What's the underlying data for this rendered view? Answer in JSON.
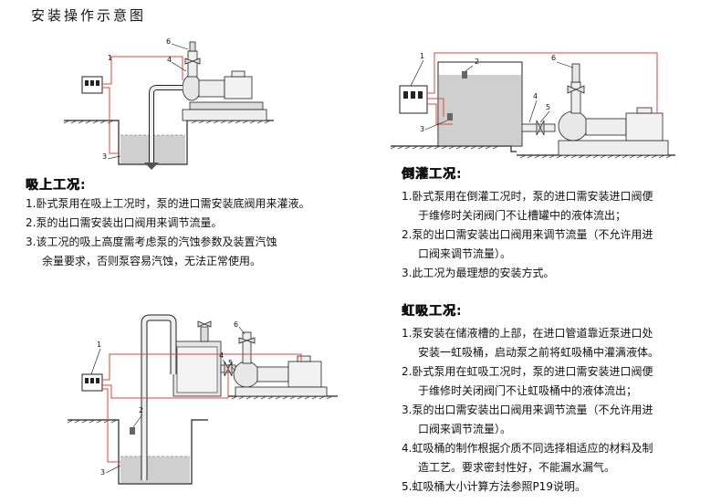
{
  "page_title": "安装操作示意图",
  "suction": {
    "title": "吸上工况",
    "colon": ":",
    "items": [
      {
        "line1": "1.卧式泵用在吸上工况时，泵的进口需安装底阀用来灌液。",
        "line2": ""
      },
      {
        "line1": "2.泵的出口需安装出口阀用来调节流量。",
        "line2": ""
      },
      {
        "line1": "3.该工况的吸上高度需考虑泵的汽蚀参数及装置汽蚀",
        "line2": "余量要求，否则泵容易汽蚀，无法正常使用。"
      }
    ],
    "diagram_labels": [
      "1",
      "3",
      "4",
      "6"
    ]
  },
  "flooded": {
    "title": "倒灌工况",
    "colon": ":",
    "items": [
      {
        "line1": "1.卧式泵用在倒灌工况时，泵的进口需安装进口阀便",
        "line2": "于维修时关闭阀门不让槽罐中的液体流出；"
      },
      {
        "line1": "2.泵的出口需安装出口阀用来调节流量（不允许用进",
        "line2": "口阀来调节流量）。"
      },
      {
        "line1": "3.此工况为最理想的安装方式。",
        "line2": ""
      }
    ],
    "diagram_labels": [
      "1",
      "2",
      "3",
      "4",
      "5",
      "6"
    ]
  },
  "siphon": {
    "title": "虹吸工况",
    "colon": ":",
    "items": [
      {
        "line1": "1.泵安装在储液槽的上部，在进口管道靠近泵进口处",
        "line2": "安装一虹吸桶，启动泵之前将虹吸桶中灌满液体。"
      },
      {
        "line1": "2.卧式泵用在虹吸工况时，泵的进口需安装进口阀便",
        "line2": "于维修时关闭阀门不让虹吸桶中的液体流出；"
      },
      {
        "line1": "3.泵的出口需安装出口阀用来调节流量（不允许用进",
        "line2": "口阀来调节流量）。"
      },
      {
        "line1": "4.虹吸桶的制作根据介质不同选择相适应的材料及制",
        "line2": "造工艺。要求密封性好，不能漏水漏气。"
      },
      {
        "line1": "5.虹吸桶大小计算方法参照P19说明。",
        "line2": ""
      }
    ],
    "diagram_labels": [
      "1",
      "2",
      "3",
      "4",
      "5",
      "6"
    ]
  },
  "colors": {
    "pipe_red": "#e8403a",
    "liquid_grey": "#cfcfcf",
    "line": "#222222"
  }
}
